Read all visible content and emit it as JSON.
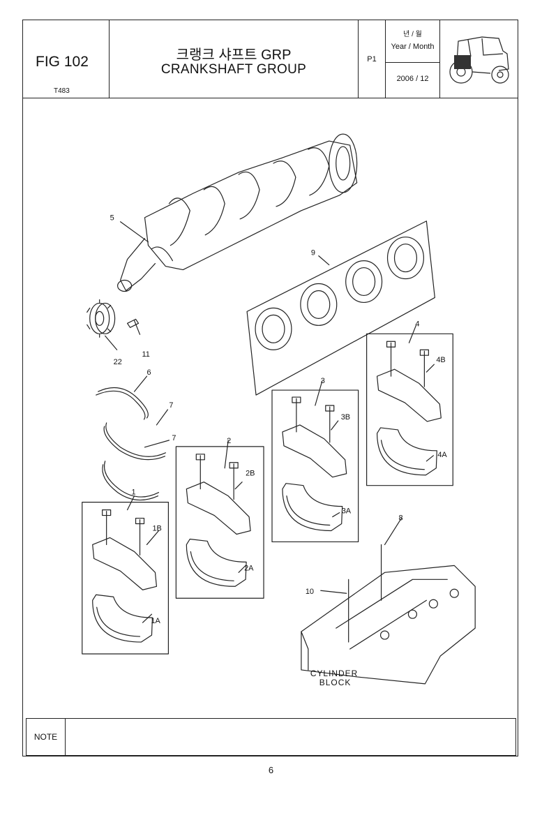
{
  "header": {
    "fig_label": "FIG 102",
    "model_code": "T483",
    "title_korean": "크랭크 샤프트 GRP",
    "title_english": "CRANKSHAFT GROUP",
    "page_code": "P1",
    "year_month_korean": "년 / 월",
    "year_month_label": "Year / Month",
    "year_month_value": "2006  / 12"
  },
  "icons": {
    "tractor": "tractor-icon"
  },
  "callouts": {
    "c1": "1",
    "c1a": "1A",
    "c1b": "1B",
    "c2": "2",
    "c2a": "2A",
    "c2b": "2B",
    "c3": "3",
    "c3a": "3A",
    "c3b": "3B",
    "c4": "4",
    "c4a": "4A",
    "c4b": "4B",
    "c5": "5",
    "c6": "6",
    "c7a": "7",
    "c7b": "7",
    "c8": "8",
    "c9": "9",
    "c10": "10",
    "c11": "11",
    "c22": "22"
  },
  "block_label_line1": "CYLINDER",
  "block_label_line2": "BLOCK",
  "note_label": "NOTE",
  "page_number": "6"
}
